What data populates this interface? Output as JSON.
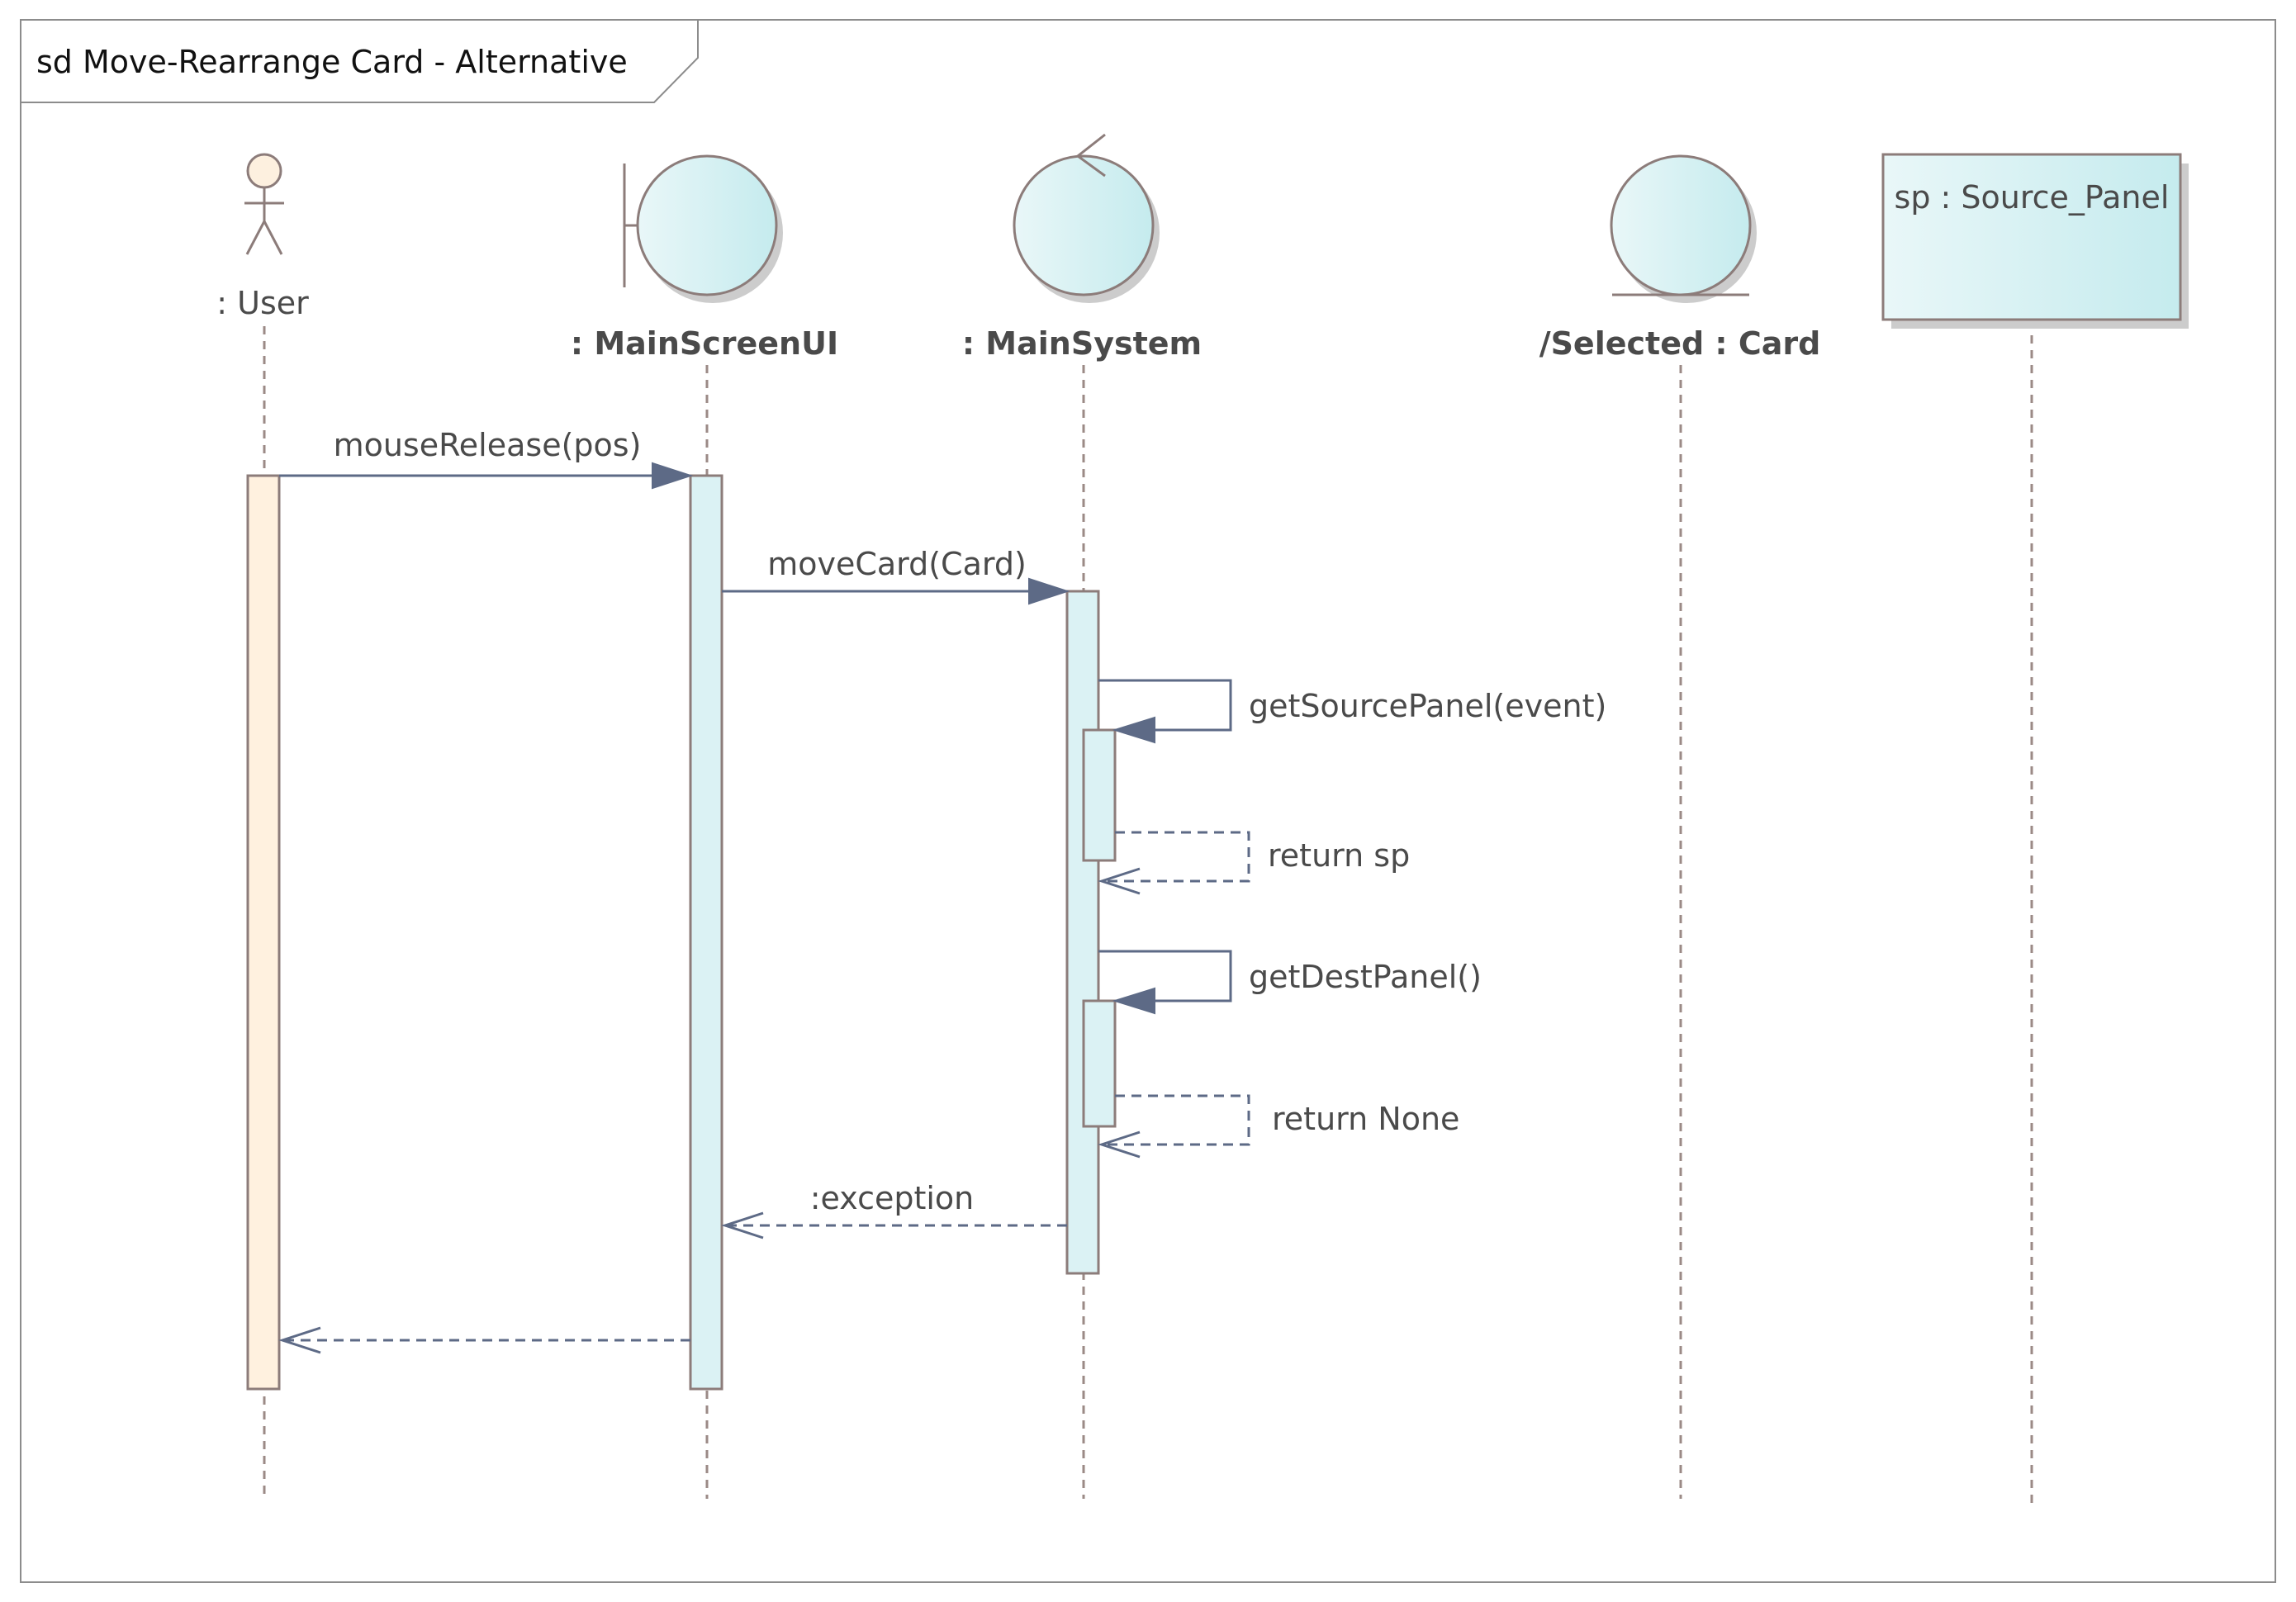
{
  "frame": {
    "title": "sd Move-Rearrange Card - Alternative"
  },
  "lifelines": {
    "user": {
      "label": ": User",
      "kind": "actor"
    },
    "main_screen_ui": {
      "label": ": MainScreenUI",
      "kind": "boundary"
    },
    "main_system": {
      "label": ": MainSystem",
      "kind": "control"
    },
    "selected_card": {
      "label": "/Selected : Card",
      "kind": "entity"
    },
    "source_panel": {
      "label": "sp : Source_Panel",
      "kind": "object"
    }
  },
  "messages": {
    "m1": {
      "label": "mouseRelease(pos)",
      "type": "synchronous"
    },
    "m2": {
      "label": "moveCard(Card)",
      "type": "synchronous"
    },
    "m3": {
      "label": "getSourcePanel(event)",
      "type": "self-call"
    },
    "m4": {
      "label": "return sp",
      "type": "return"
    },
    "m5": {
      "label": "getDestPanel()",
      "type": "self-call"
    },
    "m6": {
      "label": "return None",
      "type": "return"
    },
    "m7": {
      "label": ":exception",
      "type": "return"
    },
    "m8": {
      "label": "",
      "type": "return"
    }
  },
  "colors": {
    "actor_fill": "#fdf0df",
    "activation_user": "#fff1df",
    "activation_default": "#dbf2f4",
    "shape_fill": "#cdeef1",
    "shadow": "#cccccc",
    "line": "#8c7c7a",
    "message": "#5d6a86",
    "text": "#4a4a4a"
  }
}
